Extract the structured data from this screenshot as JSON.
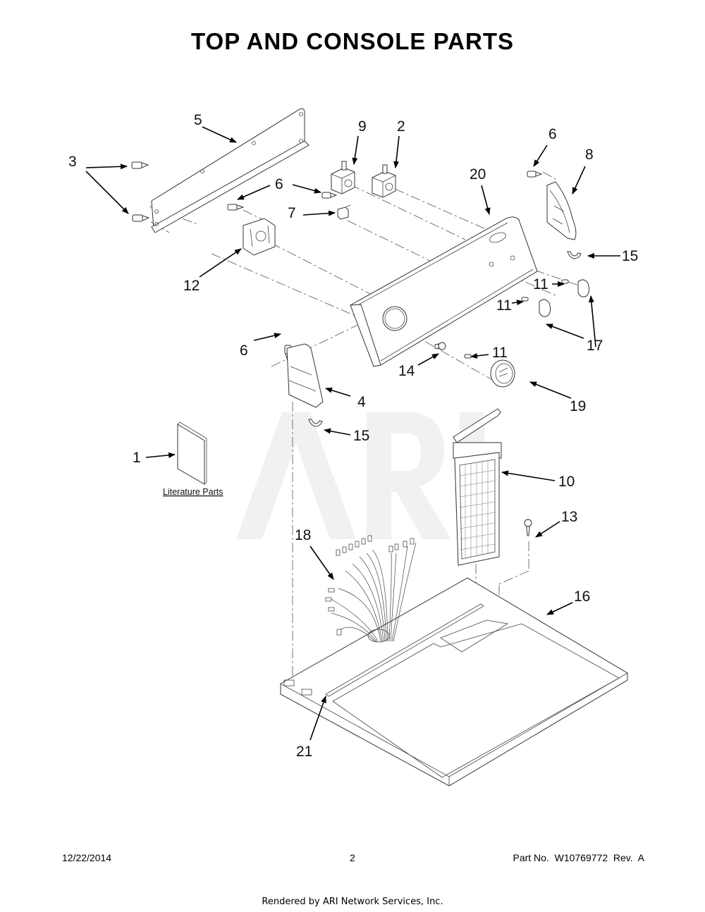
{
  "page": {
    "title": "TOP AND CONSOLE PARTS",
    "watermark": "ARI",
    "literature_label": "Literature Parts",
    "footer": {
      "date": "12/22/2014",
      "page_number": "2",
      "part_number": "Part No.  W10769772  Rev.  A"
    },
    "rendered_by": "Rendered by ARI Network Services, Inc."
  },
  "callouts": [
    {
      "id": "c1",
      "label": "1",
      "part": "literature"
    },
    {
      "id": "c2",
      "label": "2",
      "part": "switch-right"
    },
    {
      "id": "c3",
      "label": "3",
      "part": "screws-bracket"
    },
    {
      "id": "c5",
      "label": "5",
      "part": "rear-bracket"
    },
    {
      "id": "c6a",
      "label": "6",
      "part": "screw-timer"
    },
    {
      "id": "c6b",
      "label": "6",
      "part": "screw-end-cap-right"
    },
    {
      "id": "c6c",
      "label": "6",
      "part": "screw-end-cap-left"
    },
    {
      "id": "c7",
      "label": "7",
      "part": "connector"
    },
    {
      "id": "c8",
      "label": "8",
      "part": "end-cap-right"
    },
    {
      "id": "c9",
      "label": "9",
      "part": "switch-left"
    },
    {
      "id": "c10",
      "label": "10",
      "part": "lint-screen"
    },
    {
      "id": "c11a",
      "label": "11",
      "part": "knob-clip-upper"
    },
    {
      "id": "c11b",
      "label": "11",
      "part": "knob-clip-middle"
    },
    {
      "id": "c11c",
      "label": "11",
      "part": "knob-clip-lower"
    },
    {
      "id": "c12",
      "label": "12",
      "part": "timer"
    },
    {
      "id": "c13",
      "label": "13",
      "part": "screw-lint"
    },
    {
      "id": "c14",
      "label": "14",
      "part": "screw-console"
    },
    {
      "id": "c15a",
      "label": "15",
      "part": "clip-right"
    },
    {
      "id": "c15b",
      "label": "15",
      "part": "clip-left"
    },
    {
      "id": "c16",
      "label": "16",
      "part": "top-panel"
    },
    {
      "id": "c17",
      "label": "17",
      "part": "knobs-small"
    },
    {
      "id": "c18",
      "label": "18",
      "part": "wire-harness"
    },
    {
      "id": "c19",
      "label": "19",
      "part": "timer-knob"
    },
    {
      "id": "c20",
      "label": "20",
      "part": "console"
    },
    {
      "id": "c21",
      "label": "21",
      "part": "seal-strip"
    },
    {
      "id": "c4",
      "label": "4",
      "part": "end-cap-left"
    }
  ]
}
